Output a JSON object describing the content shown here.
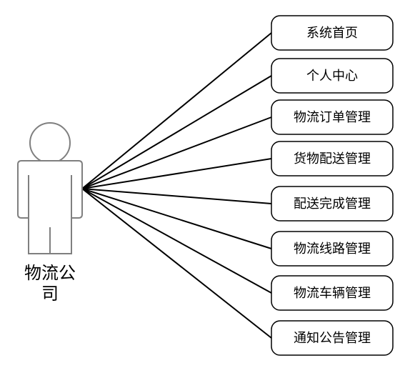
{
  "actor": {
    "label_line1": "物流公",
    "label_line2": "司"
  },
  "use_cases": [
    {
      "label": "系统首页"
    },
    {
      "label": "个人中心"
    },
    {
      "label": "物流订单管理"
    },
    {
      "label": "货物配送管理"
    },
    {
      "label": "配送完成管理"
    },
    {
      "label": "物流线路管理"
    },
    {
      "label": "物流车辆管理"
    },
    {
      "label": "通知公告管理"
    }
  ],
  "colors": {
    "line": "#000000",
    "actor_outline": "#7f7f7f",
    "box_border": "#000000",
    "background": "#ffffff"
  }
}
